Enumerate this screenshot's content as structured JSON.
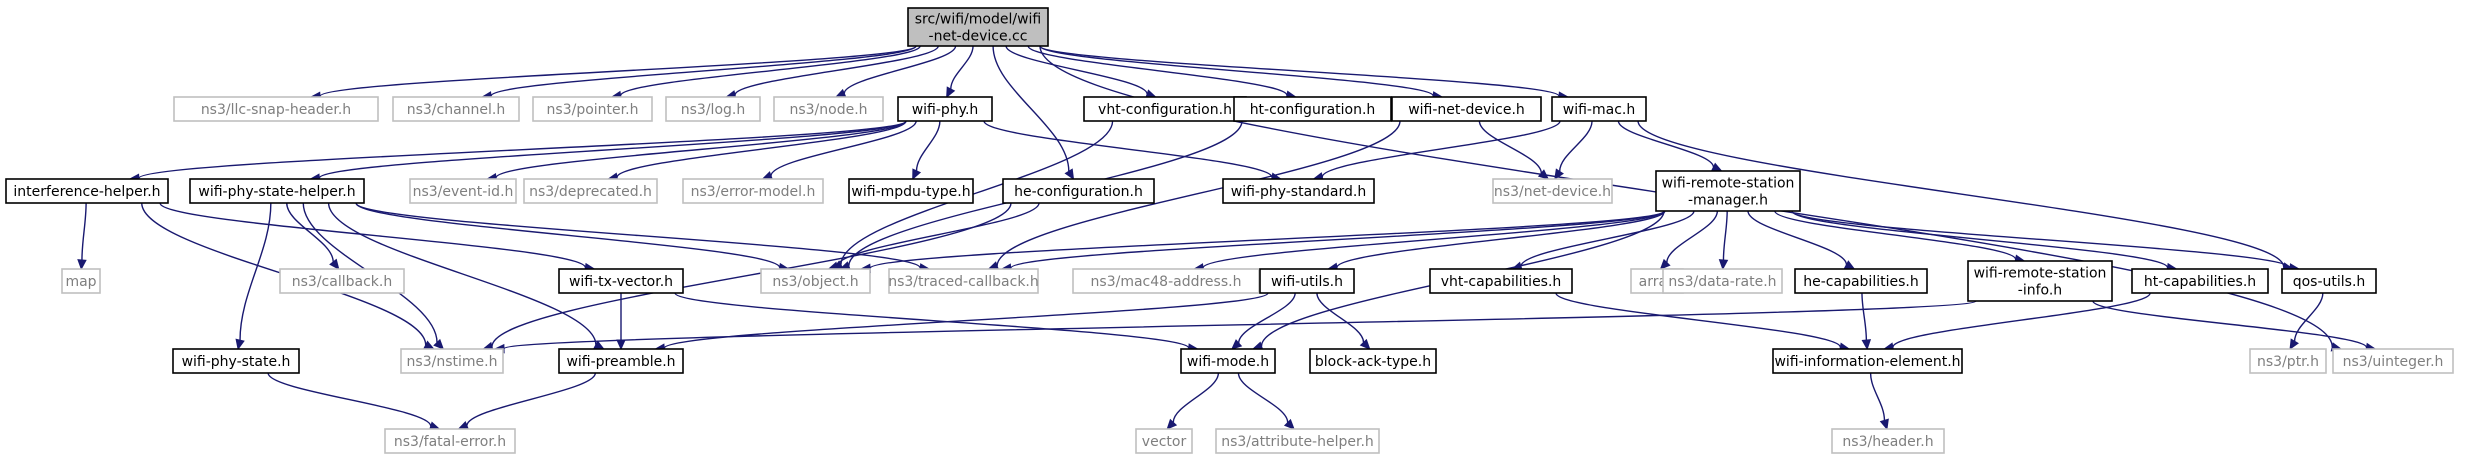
{
  "graph": {
    "style": {
      "edge_color": "#191970",
      "root_fill": "#bfbfbf",
      "node_border": "#000000",
      "external_border": "#bfbfbf",
      "external_text": "#7f7f7f",
      "text_color": "#000000"
    },
    "nodes": [
      {
        "id": "root",
        "lines": [
          "src/wifi/model/wifi",
          "-net-device.cc"
        ],
        "kind": "root"
      },
      {
        "id": "llc",
        "lines": [
          "ns3/llc-snap-header.h"
        ],
        "kind": "external"
      },
      {
        "id": "channel",
        "lines": [
          "ns3/channel.h"
        ],
        "kind": "external"
      },
      {
        "id": "pointer",
        "lines": [
          "ns3/pointer.h"
        ],
        "kind": "external"
      },
      {
        "id": "log",
        "lines": [
          "ns3/log.h"
        ],
        "kind": "external"
      },
      {
        "id": "node",
        "lines": [
          "ns3/node.h"
        ],
        "kind": "external"
      },
      {
        "id": "wifiphy",
        "lines": [
          "wifi-phy.h"
        ],
        "kind": "header"
      },
      {
        "id": "vhtcfg",
        "lines": [
          "vht-configuration.h"
        ],
        "kind": "header"
      },
      {
        "id": "htcfg",
        "lines": [
          "ht-configuration.h"
        ],
        "kind": "header"
      },
      {
        "id": "wifinetdev",
        "lines": [
          "wifi-net-device.h"
        ],
        "kind": "header"
      },
      {
        "id": "wifimac",
        "lines": [
          "wifi-mac.h"
        ],
        "kind": "header"
      },
      {
        "id": "interf",
        "lines": [
          "interference-helper.h"
        ],
        "kind": "header"
      },
      {
        "id": "phystatehelper",
        "lines": [
          "wifi-phy-state-helper.h"
        ],
        "kind": "header"
      },
      {
        "id": "eventid",
        "lines": [
          "ns3/event-id.h"
        ],
        "kind": "external"
      },
      {
        "id": "deprecated",
        "lines": [
          "ns3/deprecated.h"
        ],
        "kind": "external"
      },
      {
        "id": "errmodel",
        "lines": [
          "ns3/error-model.h"
        ],
        "kind": "external"
      },
      {
        "id": "mpdutype",
        "lines": [
          "wifi-mpdu-type.h"
        ],
        "kind": "header"
      },
      {
        "id": "hecfg",
        "lines": [
          "he-configuration.h"
        ],
        "kind": "header"
      },
      {
        "id": "phystd",
        "lines": [
          "wifi-phy-standard.h"
        ],
        "kind": "header"
      },
      {
        "id": "netdevice",
        "lines": [
          "ns3/net-device.h"
        ],
        "kind": "external"
      },
      {
        "id": "rsm",
        "lines": [
          "wifi-remote-station",
          "-manager.h"
        ],
        "kind": "header"
      },
      {
        "id": "map",
        "lines": [
          "map"
        ],
        "kind": "external"
      },
      {
        "id": "callback",
        "lines": [
          "ns3/callback.h"
        ],
        "kind": "external"
      },
      {
        "id": "txvector",
        "lines": [
          "wifi-tx-vector.h"
        ],
        "kind": "header"
      },
      {
        "id": "object",
        "lines": [
          "ns3/object.h"
        ],
        "kind": "external"
      },
      {
        "id": "tracedcb",
        "lines": [
          "ns3/traced-callback.h"
        ],
        "kind": "external"
      },
      {
        "id": "mac48",
        "lines": [
          "ns3/mac48-address.h"
        ],
        "kind": "external"
      },
      {
        "id": "wifiutils",
        "lines": [
          "wifi-utils.h"
        ],
        "kind": "header"
      },
      {
        "id": "vhtcap",
        "lines": [
          "vht-capabilities.h"
        ],
        "kind": "header"
      },
      {
        "id": "array",
        "lines": [
          "array"
        ],
        "kind": "external"
      },
      {
        "id": "datarate",
        "lines": [
          "ns3/data-rate.h"
        ],
        "kind": "external"
      },
      {
        "id": "hecap",
        "lines": [
          "he-capabilities.h"
        ],
        "kind": "header"
      },
      {
        "id": "rsinfo",
        "lines": [
          "wifi-remote-station",
          "-info.h"
        ],
        "kind": "header"
      },
      {
        "id": "htcap",
        "lines": [
          "ht-capabilities.h"
        ],
        "kind": "header"
      },
      {
        "id": "qosutils",
        "lines": [
          "qos-utils.h"
        ],
        "kind": "header"
      },
      {
        "id": "physstate",
        "lines": [
          "wifi-phy-state.h"
        ],
        "kind": "header"
      },
      {
        "id": "nstime",
        "lines": [
          "ns3/nstime.h"
        ],
        "kind": "external"
      },
      {
        "id": "preamble",
        "lines": [
          "wifi-preamble.h"
        ],
        "kind": "header"
      },
      {
        "id": "wifimode",
        "lines": [
          "wifi-mode.h"
        ],
        "kind": "header"
      },
      {
        "id": "blockack",
        "lines": [
          "block-ack-type.h"
        ],
        "kind": "header"
      },
      {
        "id": "infoelem",
        "lines": [
          "wifi-information-element.h"
        ],
        "kind": "header"
      },
      {
        "id": "ptr",
        "lines": [
          "ns3/ptr.h"
        ],
        "kind": "external"
      },
      {
        "id": "uinteger",
        "lines": [
          "ns3/uinteger.h"
        ],
        "kind": "external"
      },
      {
        "id": "fatalerr",
        "lines": [
          "ns3/fatal-error.h"
        ],
        "kind": "external"
      },
      {
        "id": "vector",
        "lines": [
          "vector"
        ],
        "kind": "external"
      },
      {
        "id": "attrhelper",
        "lines": [
          "ns3/attribute-helper.h"
        ],
        "kind": "external"
      },
      {
        "id": "header",
        "lines": [
          "ns3/header.h"
        ],
        "kind": "external"
      }
    ],
    "edges": [
      [
        "root",
        "llc"
      ],
      [
        "root",
        "channel"
      ],
      [
        "root",
        "pointer"
      ],
      [
        "root",
        "log"
      ],
      [
        "root",
        "node"
      ],
      [
        "root",
        "wifiphy"
      ],
      [
        "root",
        "vhtcfg"
      ],
      [
        "root",
        "htcfg"
      ],
      [
        "root",
        "wifinetdev"
      ],
      [
        "root",
        "wifimac"
      ],
      [
        "root",
        "hecfg"
      ],
      [
        "root",
        "uinteger"
      ],
      [
        "wifiphy",
        "interf"
      ],
      [
        "wifiphy",
        "phystatehelper"
      ],
      [
        "wifiphy",
        "eventid"
      ],
      [
        "wifiphy",
        "deprecated"
      ],
      [
        "wifiphy",
        "errmodel"
      ],
      [
        "wifiphy",
        "mpdutype"
      ],
      [
        "wifiphy",
        "phystd"
      ],
      [
        "vhtcfg",
        "object"
      ],
      [
        "htcfg",
        "object"
      ],
      [
        "hecfg",
        "object"
      ],
      [
        "hecfg",
        "nstime"
      ],
      [
        "wifinetdev",
        "tracedcb"
      ],
      [
        "wifinetdev",
        "netdevice"
      ],
      [
        "wifimac",
        "phystd"
      ],
      [
        "wifimac",
        "netdevice"
      ],
      [
        "wifimac",
        "rsm"
      ],
      [
        "wifimac",
        "qosutils"
      ],
      [
        "interf",
        "map"
      ],
      [
        "interf",
        "txvector"
      ],
      [
        "interf",
        "nstime"
      ],
      [
        "phystatehelper",
        "physstate"
      ],
      [
        "phystatehelper",
        "callback"
      ],
      [
        "phystatehelper",
        "nstime"
      ],
      [
        "phystatehelper",
        "object"
      ],
      [
        "phystatehelper",
        "tracedcb"
      ],
      [
        "phystatehelper",
        "preamble"
      ],
      [
        "rsm",
        "object"
      ],
      [
        "rsm",
        "tracedcb"
      ],
      [
        "rsm",
        "mac48"
      ],
      [
        "rsm",
        "wifiutils"
      ],
      [
        "rsm",
        "vhtcap"
      ],
      [
        "rsm",
        "array"
      ],
      [
        "rsm",
        "datarate"
      ],
      [
        "rsm",
        "hecap"
      ],
      [
        "rsm",
        "rsinfo"
      ],
      [
        "rsm",
        "htcap"
      ],
      [
        "rsm",
        "qosutils"
      ],
      [
        "rsm",
        "wifimode"
      ],
      [
        "txvector",
        "preamble"
      ],
      [
        "txvector",
        "wifimode"
      ],
      [
        "wifiutils",
        "preamble"
      ],
      [
        "wifiutils",
        "wifimode"
      ],
      [
        "wifiutils",
        "blockack"
      ],
      [
        "vhtcap",
        "infoelem"
      ],
      [
        "hecap",
        "infoelem"
      ],
      [
        "htcap",
        "infoelem"
      ],
      [
        "rsinfo",
        "nstime"
      ],
      [
        "rsinfo",
        "uinteger"
      ],
      [
        "qosutils",
        "ptr"
      ],
      [
        "physstate",
        "fatalerr"
      ],
      [
        "preamble",
        "fatalerr"
      ],
      [
        "wifimode",
        "vector"
      ],
      [
        "wifimode",
        "attrhelper"
      ],
      [
        "infoelem",
        "header"
      ]
    ]
  }
}
